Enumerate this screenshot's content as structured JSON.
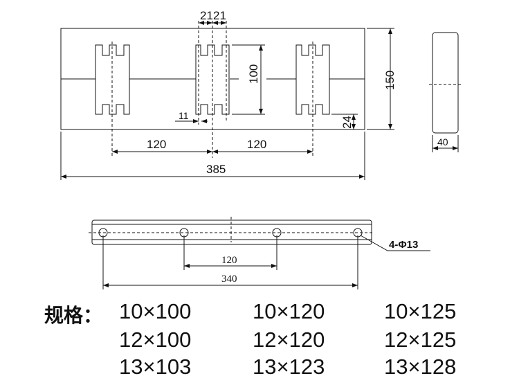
{
  "top_view": {
    "dims": {
      "pitch_a": "21",
      "pitch_b": "21",
      "height": "100",
      "width": "150",
      "edge": "24",
      "slot": "11",
      "spacing_left": "120",
      "spacing_right": "120",
      "length": "385"
    }
  },
  "side_view": {
    "thickness": "40"
  },
  "bottom_view": {
    "hole_spacing": "120",
    "total_spacing": "340",
    "holes": "4-Φ13"
  },
  "specs": {
    "label": "规格：",
    "rows": [
      [
        "10×100",
        "10×120",
        "10×125"
      ],
      [
        "12×100",
        "12×120",
        "12×125"
      ],
      [
        "13×103",
        "13×123",
        "13×128"
      ]
    ]
  }
}
